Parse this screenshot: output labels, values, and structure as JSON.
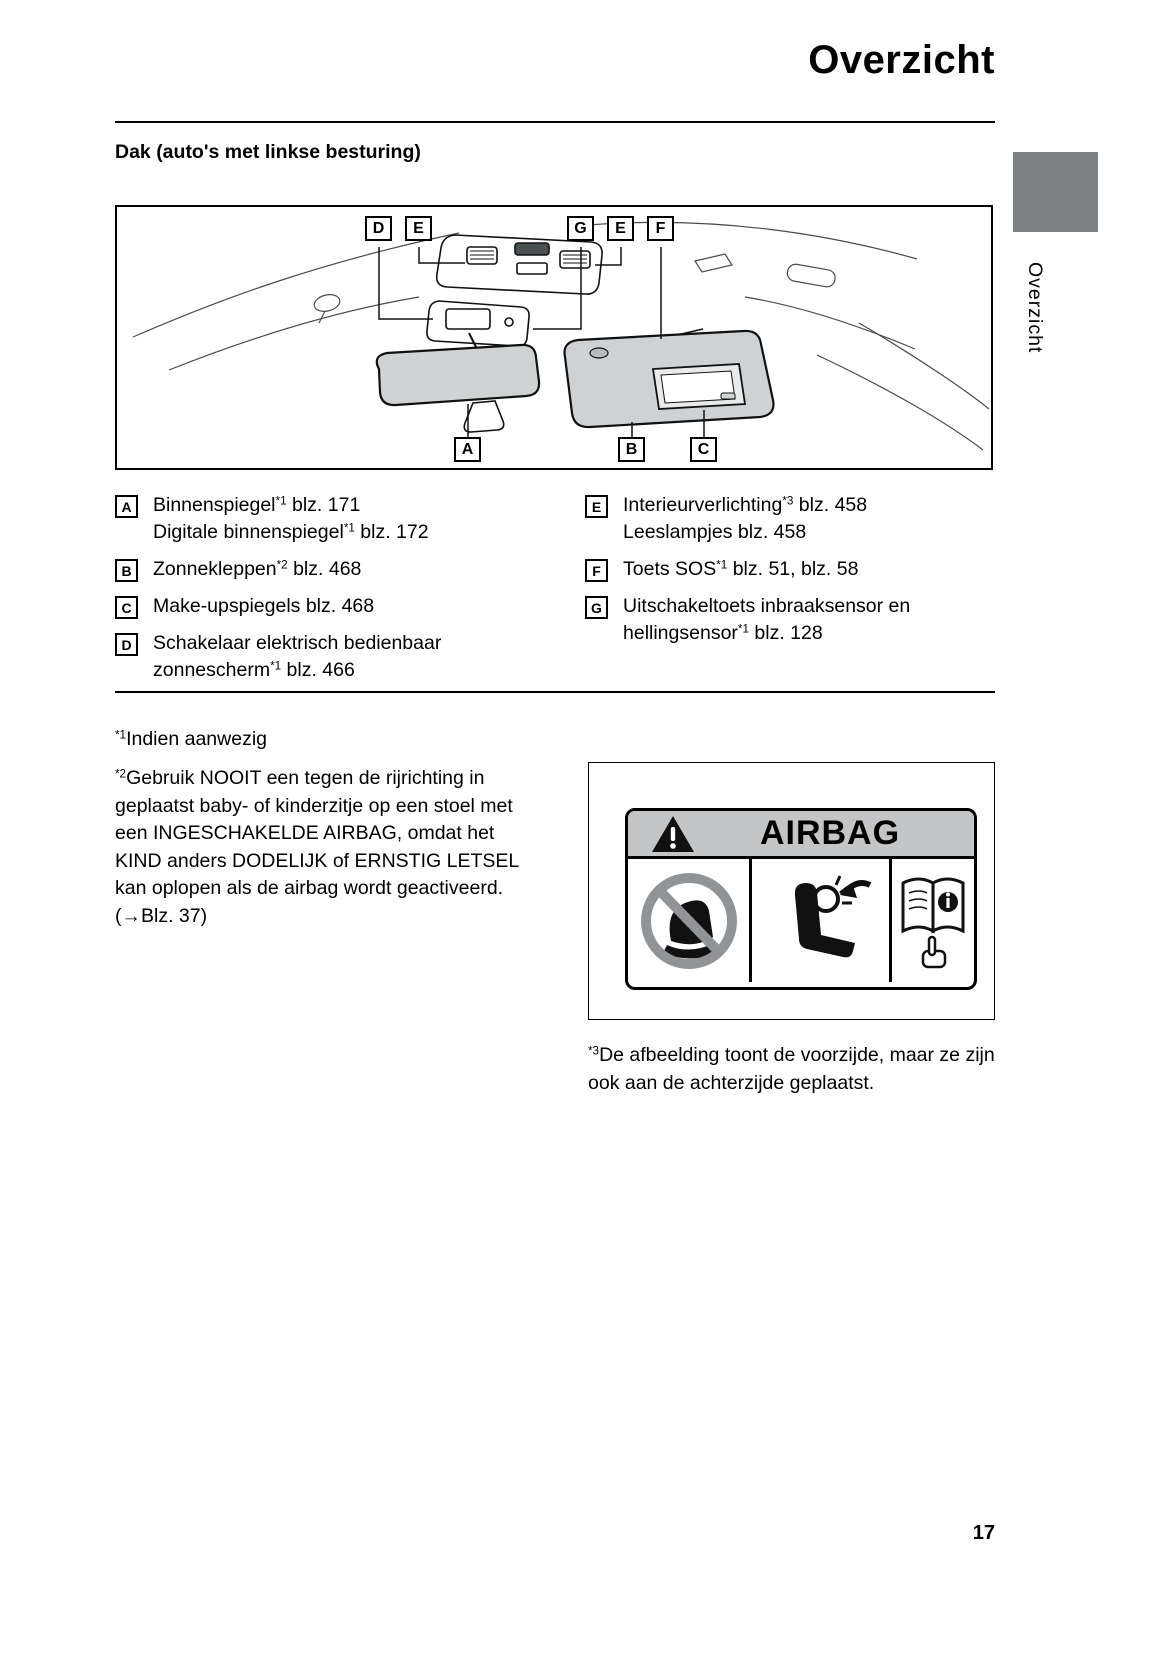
{
  "page": {
    "title": "Overzicht",
    "section_heading": "Dak (auto's met linkse besturing)",
    "side_tab_label": "Overzicht",
    "page_number": "17"
  },
  "diagram": {
    "top_labels": [
      "D",
      "E",
      "G",
      "E",
      "F"
    ],
    "bottom_labels": [
      "A",
      "B",
      "C"
    ]
  },
  "legend": {
    "left": [
      {
        "key": "A",
        "lines": [
          "Binnenspiegel*1 blz. 171",
          "Digitale binnenspiegel*1 blz. 172"
        ]
      },
      {
        "key": "B",
        "lines": [
          "Zonnekleppen*2 blz. 468"
        ]
      },
      {
        "key": "C",
        "lines": [
          "Make-upspiegels blz. 468"
        ]
      },
      {
        "key": "D",
        "lines": [
          "Schakelaar elektrisch bedienbaar zonnescherm*1 blz. 466"
        ]
      }
    ],
    "right": [
      {
        "key": "E",
        "lines": [
          "Interieurverlichting*3 blz. 458",
          "Leeslampjes blz. 458"
        ]
      },
      {
        "key": "F",
        "lines": [
          "Toets SOS*1 blz. 51, blz. 58"
        ]
      },
      {
        "key": "G",
        "lines": [
          "Uitschakeltoets inbraaksensor en hellingsensor*1 blz. 128"
        ]
      }
    ]
  },
  "footnotes": {
    "note1": "*1Indien aanwezig",
    "note2": "*2Gebruik NOOIT een tegen de rijrichting in geplaatst baby- of kinderzitje op een stoel met een INGESCHAKELDE AIRBAG, omdat het KIND anders DODELIJK of ERNSTIG LETSEL kan oplopen als de airbag wordt geactiveerd. (→Blz. 37)",
    "note3": "*3De afbeelding toont de voorzijde, maar ze zijn ook aan de achterzijde geplaatst."
  },
  "airbag_label": {
    "title": "AIRBAG"
  },
  "colors": {
    "chapter_tab_gray": "#7d8184",
    "airbag_header_gray": "#c3c5c7",
    "visor_gray": "#ced2d4",
    "mirror_gray": "#cfd3d4",
    "prohibition_gray": "#919497"
  }
}
